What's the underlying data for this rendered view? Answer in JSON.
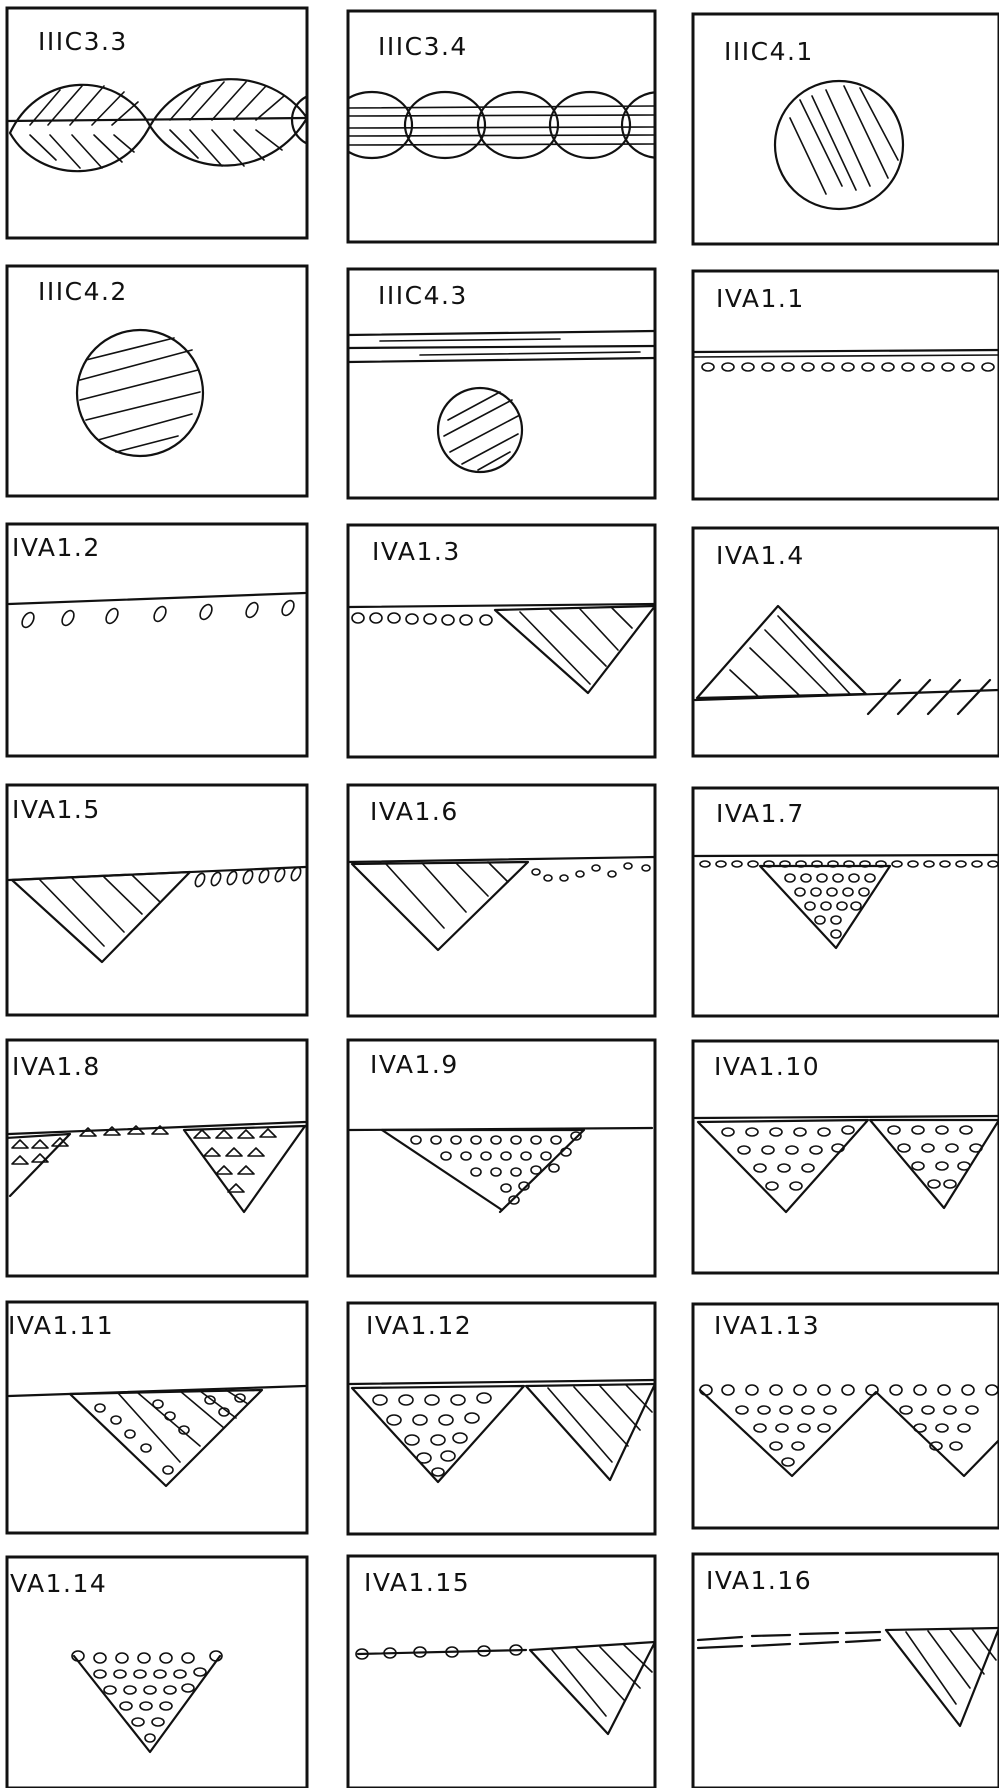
{
  "panels": [
    {
      "label": "IIIC3.3"
    },
    {
      "label": "IIIC3.4"
    },
    {
      "label": "IIIC4.1"
    },
    {
      "label": "IIIC4.2"
    },
    {
      "label": "IIIC4.3"
    },
    {
      "label": "IVA1.1"
    },
    {
      "label": "IVA1.2"
    },
    {
      "label": "IVA1.3"
    },
    {
      "label": "IVA1.4"
    },
    {
      "label": "IVA1.5"
    },
    {
      "label": "IVA1.6"
    },
    {
      "label": "IVA1.7"
    },
    {
      "label": "IVA1.8"
    },
    {
      "label": "IVA1.9"
    },
    {
      "label": "IVA1.10"
    },
    {
      "label": "IVA1.11"
    },
    {
      "label": "IVA1.12"
    },
    {
      "label": "IVA1.13"
    },
    {
      "label": "VA1.14"
    },
    {
      "label": "IVA1.15"
    },
    {
      "label": "IVA1.16"
    }
  ]
}
